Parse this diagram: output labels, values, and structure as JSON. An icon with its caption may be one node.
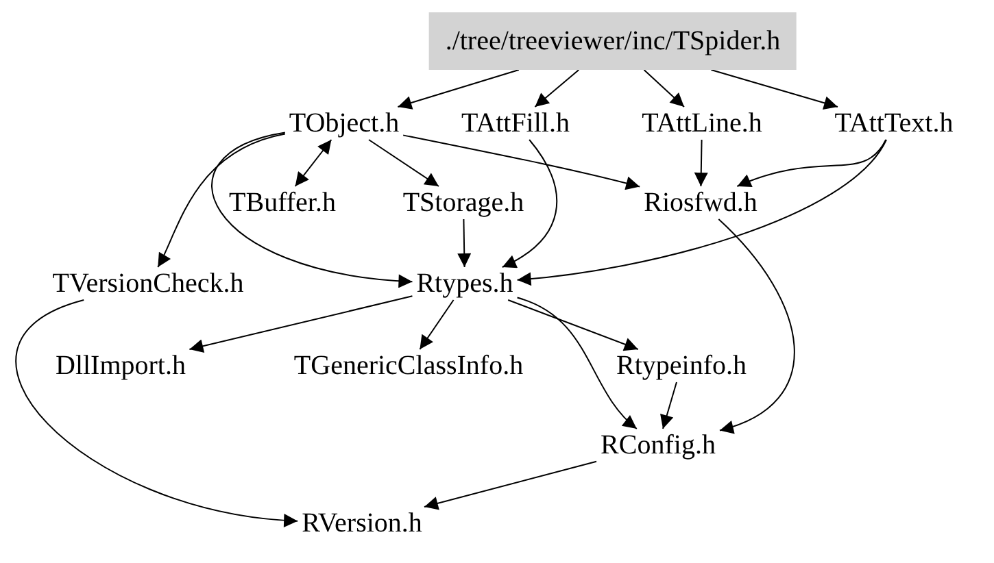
{
  "diagram": {
    "nodes": [
      {
        "text": [
          "./tree/treeviewer/inc/TSpider.h"
        ]
      },
      {
        "text": [
          "TObject.h"
        ]
      },
      {
        "text": [
          "TAttFill.h"
        ]
      },
      {
        "text": [
          "TAttLine.h"
        ]
      },
      {
        "text": [
          "TAttText.h"
        ]
      },
      {
        "text": [
          "TBuffer.h"
        ]
      },
      {
        "text": [
          "TStorage.h"
        ]
      },
      {
        "text": [
          "Riosfwd.h"
        ]
      },
      {
        "text": [
          "TVersionCheck.h"
        ]
      },
      {
        "text": [
          "Rtypes.h"
        ]
      },
      {
        "text": [
          "DllImport.h"
        ]
      },
      {
        "text": [
          "TGenericClassInfo.h"
        ]
      },
      {
        "text": [
          "Rtypeinfo.h"
        ]
      },
      {
        "text": [
          "RConfig.h"
        ]
      },
      {
        "text": [
          "RVersion.h"
        ]
      }
    ],
    "edges": [
      {
        "from": 0,
        "to": 1,
        "arrow": "to"
      },
      {
        "from": 0,
        "to": 2,
        "arrow": "to"
      },
      {
        "from": 0,
        "to": 3,
        "arrow": "to"
      },
      {
        "from": 0,
        "to": 4,
        "arrow": "to"
      },
      {
        "from": 1,
        "to": 5,
        "arrow": "both"
      },
      {
        "from": 1,
        "to": 6,
        "arrow": "to"
      },
      {
        "from": 1,
        "to": 7,
        "arrow": "to"
      },
      {
        "from": 1,
        "to": 8,
        "arrow": "to"
      },
      {
        "from": 1,
        "to": 9,
        "arrow": "to"
      },
      {
        "from": 2,
        "to": 9,
        "arrow": "to"
      },
      {
        "from": 3,
        "to": 7,
        "arrow": "to"
      },
      {
        "from": 4,
        "to": 7,
        "arrow": "to"
      },
      {
        "from": 4,
        "to": 9,
        "arrow": "to"
      },
      {
        "from": 6,
        "to": 9,
        "arrow": "to"
      },
      {
        "from": 7,
        "to": 13,
        "arrow": "to"
      },
      {
        "from": 9,
        "to": 10,
        "arrow": "to"
      },
      {
        "from": 9,
        "to": 11,
        "arrow": "to"
      },
      {
        "from": 9,
        "to": 12,
        "arrow": "to"
      },
      {
        "from": 9,
        "to": 13,
        "arrow": "to"
      },
      {
        "from": 12,
        "to": 13,
        "arrow": "to"
      },
      {
        "from": 13,
        "to": 14,
        "arrow": "to"
      },
      {
        "from": 8,
        "to": 14,
        "arrow": "to"
      }
    ]
  }
}
